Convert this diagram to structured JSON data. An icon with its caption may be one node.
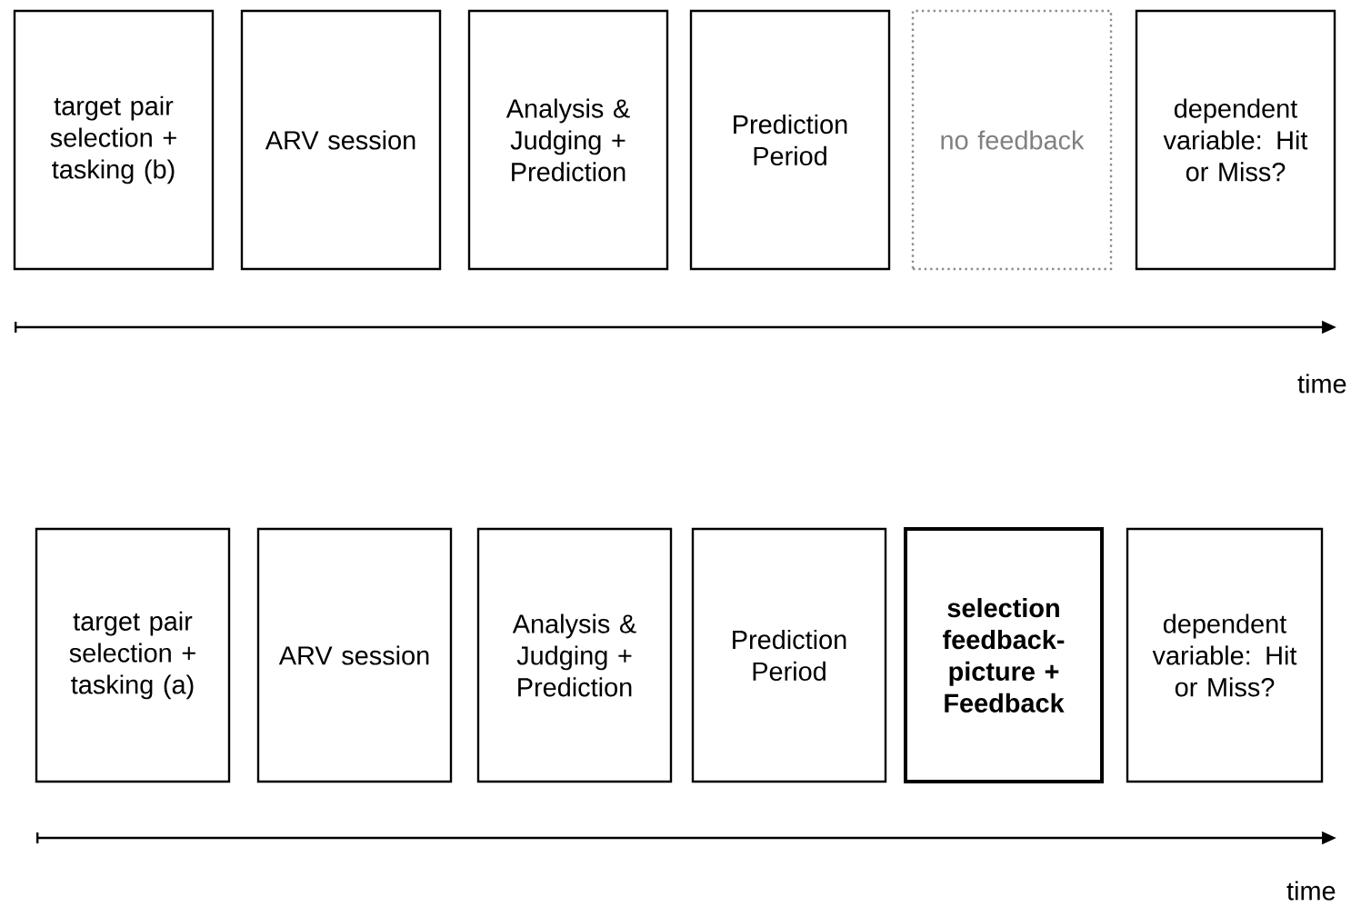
{
  "diagram": {
    "nodes": [
      {
        "text": [
          "target pair selection + tasking (b)"
        ]
      },
      {
        "text": [
          "ARV session"
        ]
      },
      {
        "text": [
          "Analysis & Judging + Prediction"
        ]
      },
      {
        "text": [
          "Prediction Period"
        ]
      },
      {
        "text": [
          "no feedback"
        ]
      },
      {
        "text": [
          "dependent variable: Hit or Miss?"
        ]
      },
      {
        "text": [
          "target pair selection + tasking (a)"
        ]
      },
      {
        "text": [
          "ARV session"
        ]
      },
      {
        "text": [
          "Analysis & Judging + Prediction"
        ]
      },
      {
        "text": [
          "Prediction Period"
        ]
      },
      {
        "text": [
          "selection feedback-picture + Feedback"
        ]
      },
      {
        "text": [
          "dependent variable: Hit or Miss?"
        ]
      }
    ],
    "labels": [
      "time",
      "time"
    ]
  }
}
